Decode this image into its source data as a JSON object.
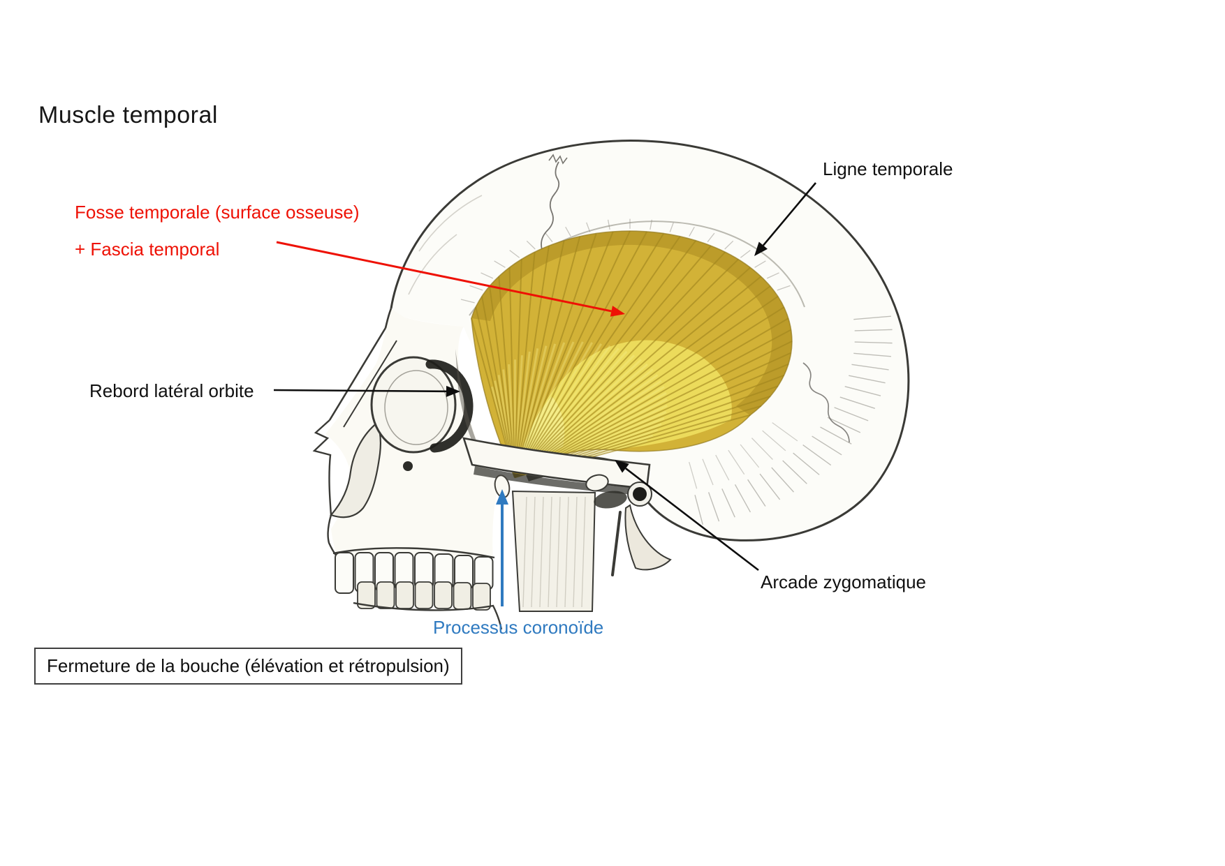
{
  "slide": {
    "title": "Muscle temporal",
    "footer_box": "Fermeture de la bouche (élévation et rétropulsion)"
  },
  "annotations": {
    "ligne_temporale": {
      "text": "Ligne temporale",
      "color": "#0d0d0d"
    },
    "fosse_temporale": {
      "line1": "Fosse temporale (surface osseuse)",
      "line2": "+ Fascia temporal",
      "color": "#ee1105"
    },
    "rebord_lateral": {
      "text": "Rebord latéral orbite",
      "color": "#0d0d0d"
    },
    "arcade_zygomatique": {
      "text": "Arcade zygomatique",
      "color": "#0d0d0d"
    },
    "processus_coronoide": {
      "text": "Processus coronoïde",
      "color": "#2f7ac0"
    }
  },
  "illustration": {
    "name": "skull-lateral-view-with-temporal-muscle",
    "line_art_color": "#3a3a36",
    "muscle_colors": {
      "base": "#d2b237",
      "rim_shade": "rgba(150,116,20,0.35)",
      "dark_fiber": "#a0851e",
      "highlight": "#f2e564",
      "tendon": "#f7ef8e",
      "outline": "#93791c"
    }
  }
}
